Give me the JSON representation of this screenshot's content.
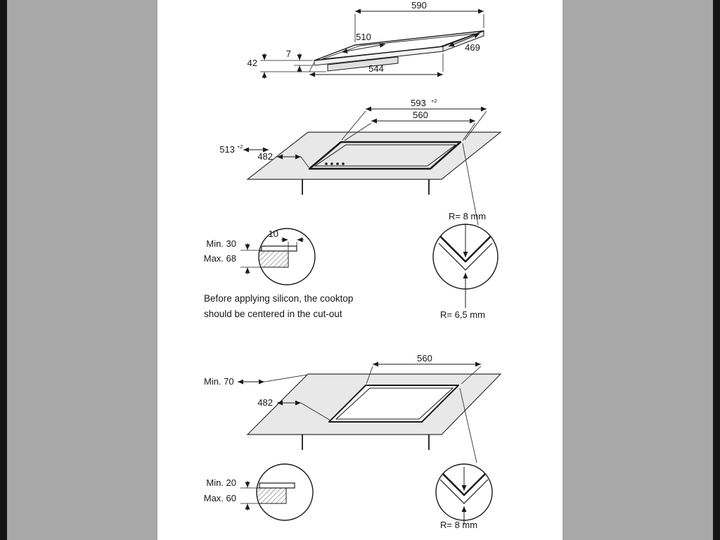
{
  "colors": {
    "paper": "#ffffff",
    "viewer_background": "#a9a9a9",
    "letterbox_edge": "#161616",
    "line": "#1a1a1a",
    "counter_fill": "#e8e8e8"
  },
  "top_view": {
    "w590": "590",
    "w510": "510",
    "d469": "469",
    "t7": "7",
    "h42": "42",
    "w544": "544"
  },
  "recessed_view": {
    "w593": "593",
    "w593_tol": "+2",
    "w560": "560",
    "d513": "513",
    "d513_tol": "+2",
    "d482": "482"
  },
  "detail_recessed": {
    "min": "Min. 30",
    "max": "Max. 68",
    "overlap": "10",
    "r_top": "R= 8 mm",
    "r_bottom": "R= 6,5 mm",
    "note1": "Before applying silicon, the cooktop",
    "note2": "should be centered in the cut-out"
  },
  "flush_view": {
    "w560": "560",
    "min70": "Min. 70",
    "d482": "482"
  },
  "detail_flush": {
    "min": "Min. 20",
    "max": "Max. 60",
    "r": "R= 8 mm"
  }
}
